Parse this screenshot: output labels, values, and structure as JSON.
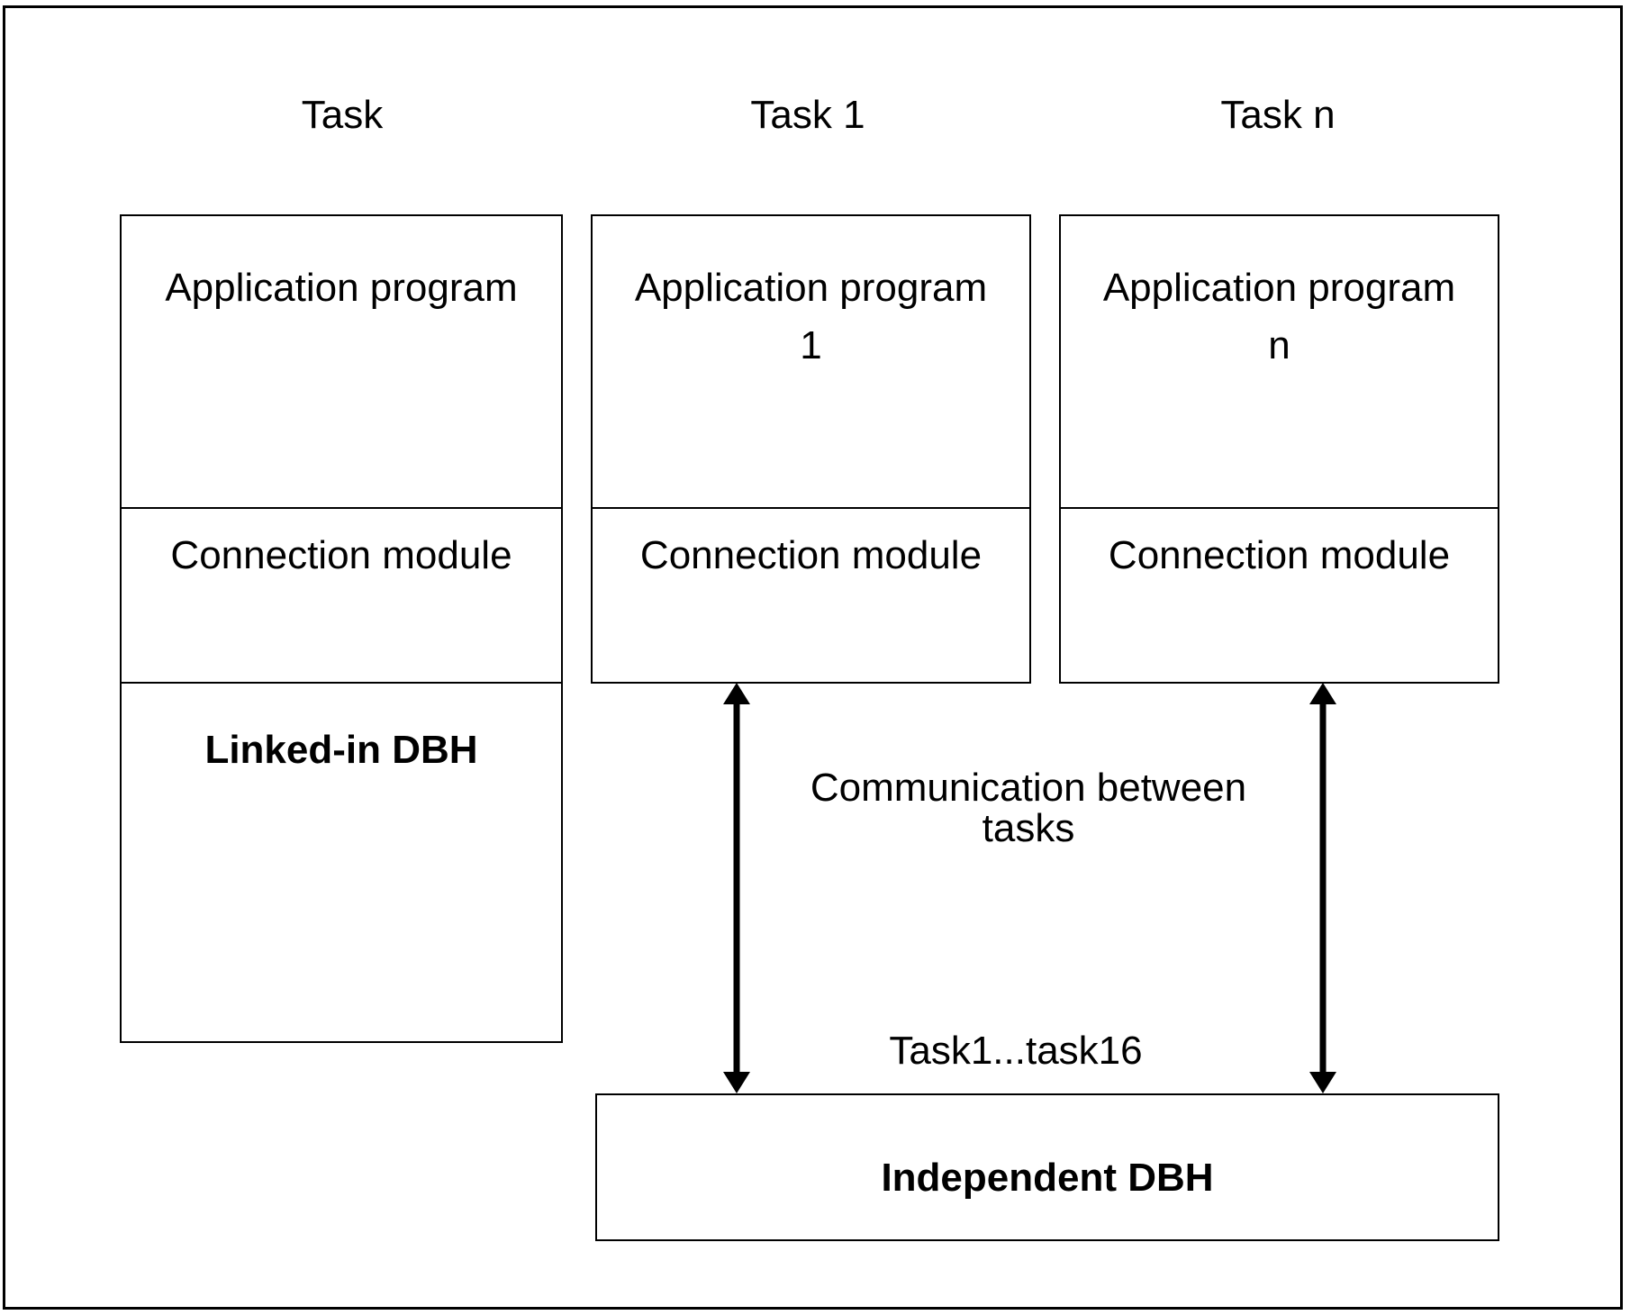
{
  "columns": [
    {
      "header": "Task",
      "app_program": [
        "Application program",
        ""
      ],
      "connection": "Connection module",
      "linked_dbh": "Linked-in DBH"
    },
    {
      "header": "Task 1",
      "app_program": [
        "Application program",
        "1"
      ],
      "connection": "Connection module"
    },
    {
      "header": "Task n",
      "app_program": [
        "Application program",
        "n"
      ],
      "connection": "Connection module"
    }
  ],
  "communication_label": [
    "Communication between",
    "tasks"
  ],
  "task_range_label": "Task1...task16",
  "independent_dbh": "Independent DBH"
}
